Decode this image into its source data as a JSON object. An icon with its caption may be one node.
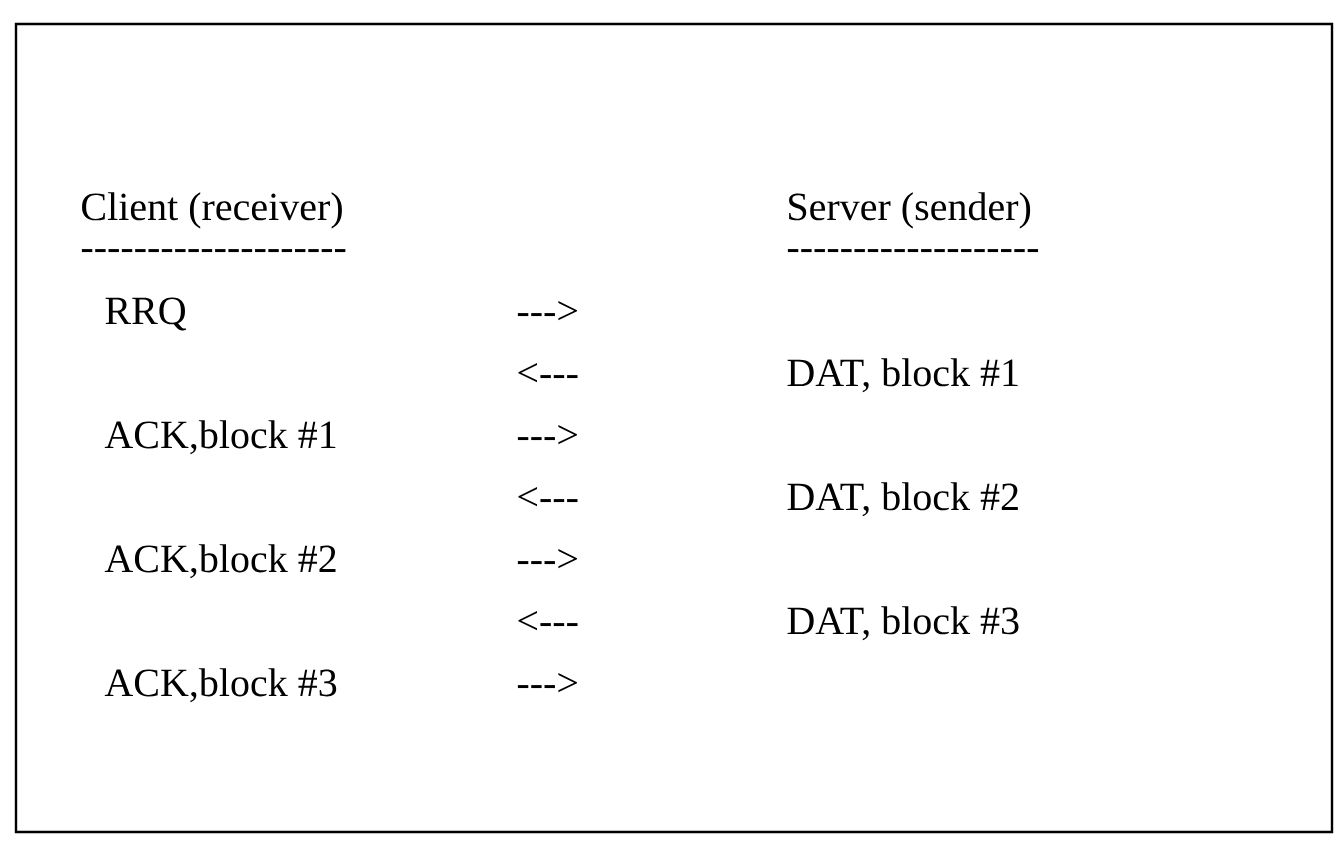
{
  "diagram": {
    "labels": [
      "Client (receiver)",
      "Server (sender)",
      "--------------------",
      "-------------------",
      "RRQ",
      "--->",
      "<---",
      "DAT, block #1",
      "ACK,block #1",
      "--->",
      "<---",
      "DAT, block #2",
      "ACK,block #2",
      "--->",
      "<---",
      "DAT, block #3",
      "ACK,block #3",
      "--->"
    ]
  }
}
